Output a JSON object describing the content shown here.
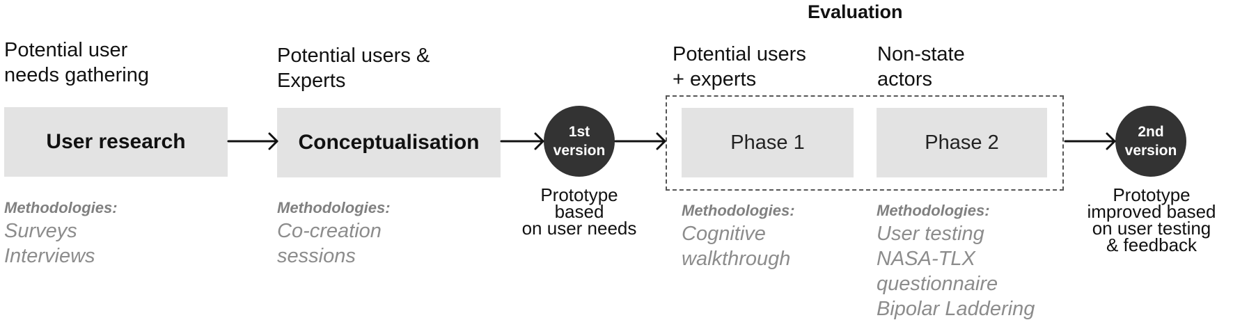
{
  "evaluation_title": "Evaluation",
  "stage1": {
    "heading": [
      "Potential user",
      "needs gathering"
    ],
    "box": "User research",
    "methodologies_label": "Methodologies:",
    "methods": [
      "Surveys",
      "Interviews"
    ]
  },
  "stage2": {
    "heading": [
      "Potential users &",
      "Experts"
    ],
    "box": "Conceptualisation",
    "methodologies_label": "Methodologies:",
    "methods": [
      "Co-creation",
      "sessions"
    ]
  },
  "version1": {
    "label": [
      "1st",
      "version"
    ],
    "caption": [
      "Prototype",
      "based",
      "on user needs"
    ]
  },
  "phase1": {
    "heading": [
      "Potential users",
      "+ experts"
    ],
    "box": "Phase 1",
    "methodologies_label": "Methodologies:",
    "methods": [
      "Cognitive",
      "walkthrough"
    ]
  },
  "phase2": {
    "heading": [
      "Non-state",
      "actors"
    ],
    "box": "Phase 2",
    "methodologies_label": "Methodologies:",
    "methods": [
      "User testing",
      "NASA-TLX",
      "questionnaire",
      "Bipolar Laddering"
    ]
  },
  "version2": {
    "label": [
      "2nd",
      "version"
    ],
    "caption": [
      "Prototype",
      "improved based",
      "on user testing",
      "& feedback"
    ]
  }
}
